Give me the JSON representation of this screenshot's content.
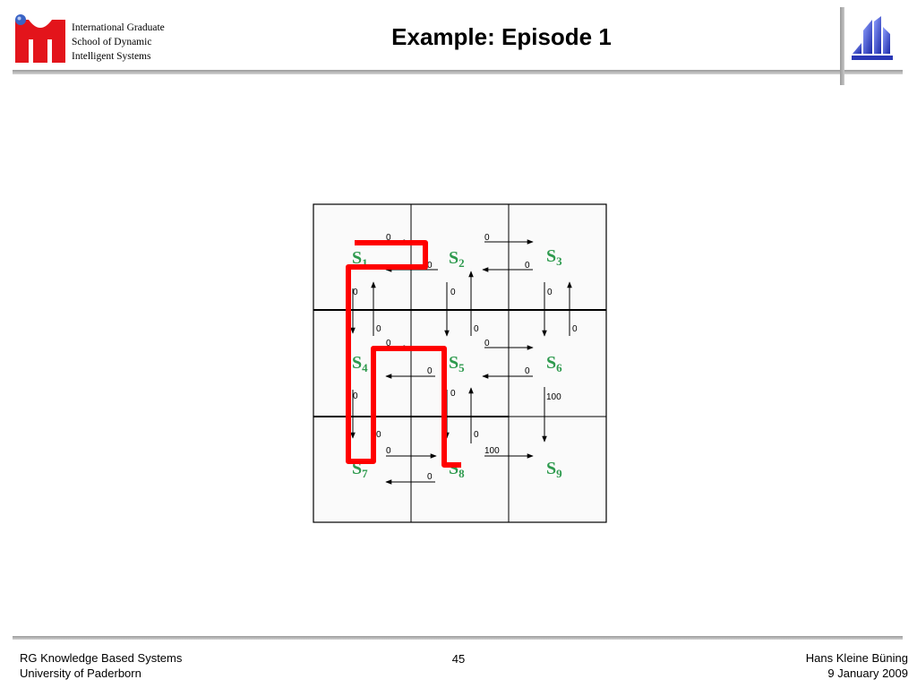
{
  "header": {
    "title": "Example: Episode 1",
    "school_lines": [
      "International Graduate",
      "School of Dynamic",
      "Intelligent Systems"
    ]
  },
  "diagram": {
    "states": [
      {
        "id": "s1",
        "letter": "S",
        "index": "1"
      },
      {
        "id": "s2",
        "letter": "S",
        "index": "2"
      },
      {
        "id": "s3",
        "letter": "S",
        "index": "3"
      },
      {
        "id": "s4",
        "letter": "S",
        "index": "4"
      },
      {
        "id": "s5",
        "letter": "S",
        "index": "5"
      },
      {
        "id": "s6",
        "letter": "S",
        "index": "6"
      },
      {
        "id": "s7",
        "letter": "S",
        "index": "7"
      },
      {
        "id": "s8",
        "letter": "S",
        "index": "8"
      },
      {
        "id": "s9",
        "letter": "S",
        "index": "9"
      }
    ],
    "transitions": [
      {
        "from": "S1",
        "to": "S2",
        "reward": "0"
      },
      {
        "from": "S2",
        "to": "S1",
        "reward": "0"
      },
      {
        "from": "S2",
        "to": "S3",
        "reward": "0"
      },
      {
        "from": "S3",
        "to": "S2",
        "reward": "0"
      },
      {
        "from": "S1",
        "to": "S4",
        "reward": "0"
      },
      {
        "from": "S4",
        "to": "S1",
        "reward": "0"
      },
      {
        "from": "S2",
        "to": "S5",
        "reward": "0"
      },
      {
        "from": "S5",
        "to": "S2",
        "reward": "0"
      },
      {
        "from": "S3",
        "to": "S6",
        "reward": "0"
      },
      {
        "from": "S6",
        "to": "S3",
        "reward": "0"
      },
      {
        "from": "S4",
        "to": "S5",
        "reward": "0"
      },
      {
        "from": "S5",
        "to": "S4",
        "reward": "0"
      },
      {
        "from": "S5",
        "to": "S6",
        "reward": "0"
      },
      {
        "from": "S6",
        "to": "S5",
        "reward": "0"
      },
      {
        "from": "S4",
        "to": "S7",
        "reward": "0"
      },
      {
        "from": "S7",
        "to": "S4",
        "reward": "0"
      },
      {
        "from": "S5",
        "to": "S8",
        "reward": "0"
      },
      {
        "from": "S8",
        "to": "S5",
        "reward": "0"
      },
      {
        "from": "S6",
        "to": "S9",
        "reward": "100"
      },
      {
        "from": "S7",
        "to": "S8",
        "reward": "0"
      },
      {
        "from": "S8",
        "to": "S7",
        "reward": "0"
      },
      {
        "from": "S8",
        "to": "S9",
        "reward": "100"
      }
    ],
    "episode_path": [
      "S1",
      "S2",
      "S1",
      "S4",
      "S7",
      "S4",
      "S5",
      "S8"
    ],
    "colors": {
      "state_label": "#2e9a4e",
      "path": "#ff0000",
      "grid": "#000000",
      "arrow": "#000000",
      "background": "#fafafa"
    }
  },
  "footer": {
    "left_line1": "RG Knowledge Based Systems",
    "left_line2": "University of Paderborn",
    "page": "45",
    "right_line1": "Hans Kleine Büning",
    "right_line2": "9 January 2009"
  }
}
